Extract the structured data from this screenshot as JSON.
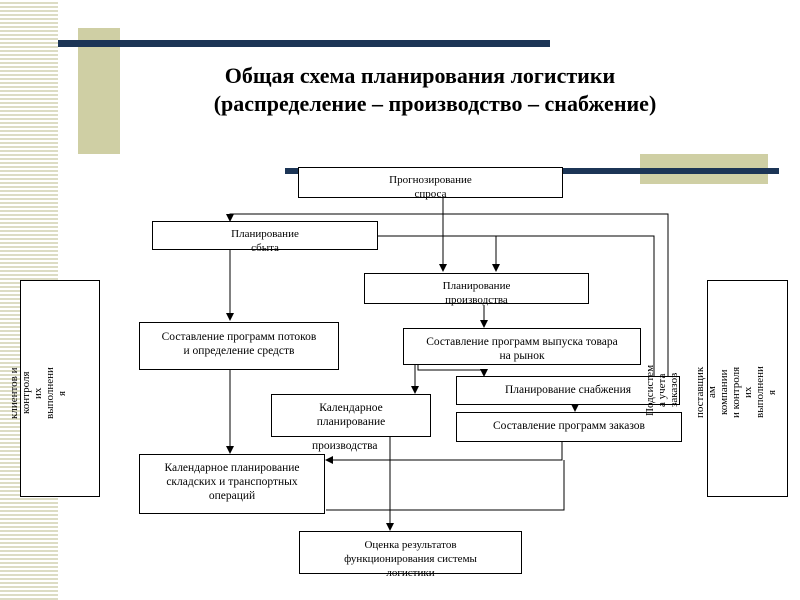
{
  "title": {
    "line1": "Общая схема планирования логистики",
    "line2": "(распределение – производство – снабжение)"
  },
  "boxes": {
    "demand_forecast": [
      "Прогнозирование",
      "спроса"
    ],
    "sales_planning": [
      "Планирование",
      "сбыта"
    ],
    "production_planning": [
      "Планирование",
      "производства"
    ],
    "flow_programs": [
      "Составление программ потоков",
      "и определение средств"
    ],
    "release_programs": [
      "Составление программ выпуска товара",
      "на рынок"
    ],
    "supply_planning": [
      "Планирование снабжения"
    ],
    "production_scheduling": [
      "Календарное",
      "планирование"
    ],
    "production_scheduling_tail": "производства",
    "order_programs": [
      "Составление программ заказов"
    ],
    "warehouse_scheduling": [
      "Календарное планирование",
      "складских и транспортных",
      "операций"
    ],
    "evaluation": [
      "Оценка результатов",
      "функционирования системы",
      "логистики"
    ]
  },
  "left_panel": [
    "клиентов и",
    "контроля",
    "их",
    "выполнени",
    "я"
  ],
  "right_panel": [
    "поставщик",
    "ам",
    "компании",
    "и контроля",
    "их",
    "выполнени",
    "я"
  ],
  "order_subsystem": [
    "Подсистем",
    "а учета",
    "заказов"
  ],
  "colors": {
    "accent_bar": "#1c3556",
    "deco_block": "#cfcfa4",
    "stripes": "#dcdcc4"
  }
}
